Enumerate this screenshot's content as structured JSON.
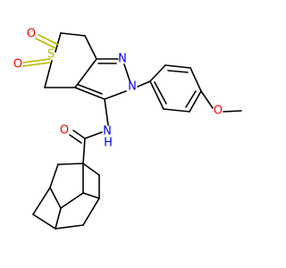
{
  "molecule": {
    "atoms": {
      "S": "S",
      "O_top": "O",
      "O_left": "O",
      "N_ring": "N",
      "N_ring_right": "N",
      "NH_N": "N",
      "NH_H": "H",
      "O_amide": "O",
      "O_methoxy": "O"
    },
    "colors": {
      "carbon_bond": "#000000",
      "nitrogen": "#0000ff",
      "oxygen": "#ff0000",
      "sulfur": "#b8b800"
    }
  }
}
